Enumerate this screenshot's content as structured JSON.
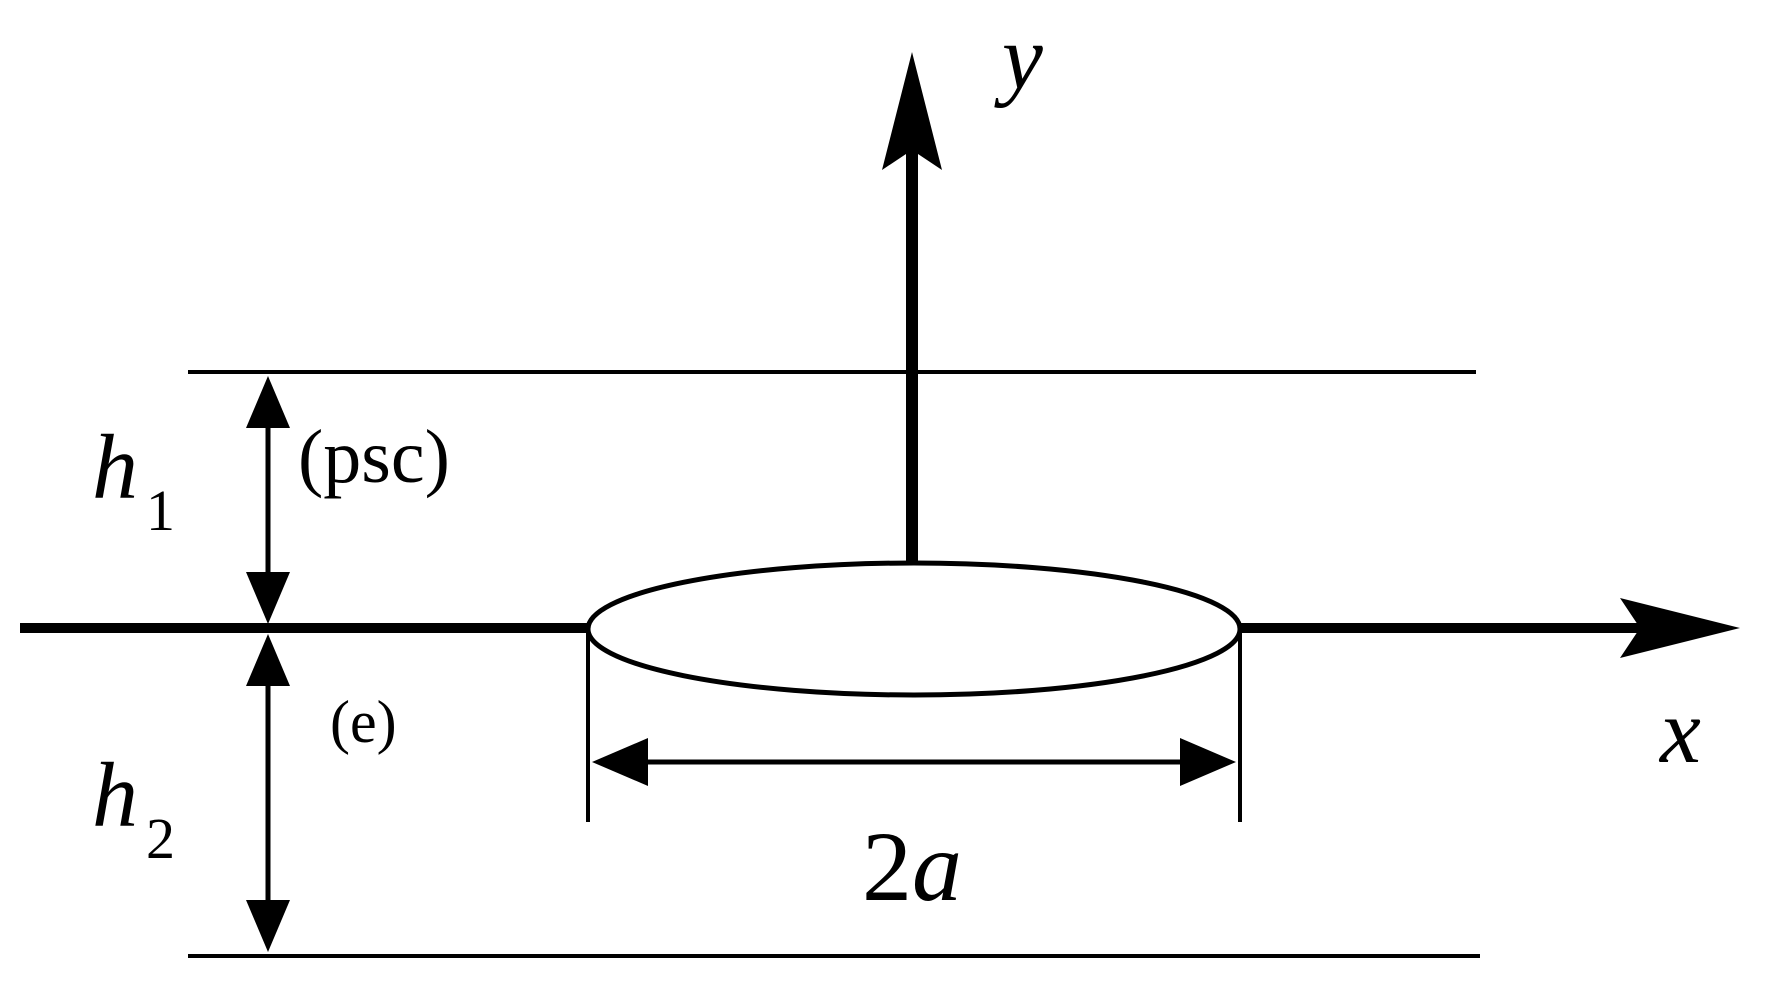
{
  "labels": {
    "y_axis": "y",
    "x_axis": "x",
    "h1_main": "h",
    "h1_sub": "1",
    "h2_main": "h",
    "h2_sub": "2",
    "upper_layer": "(psc)",
    "lower_layer": "(e)",
    "crack_length": "2a"
  },
  "colors": {
    "line": "#000000",
    "background": "#ffffff"
  }
}
